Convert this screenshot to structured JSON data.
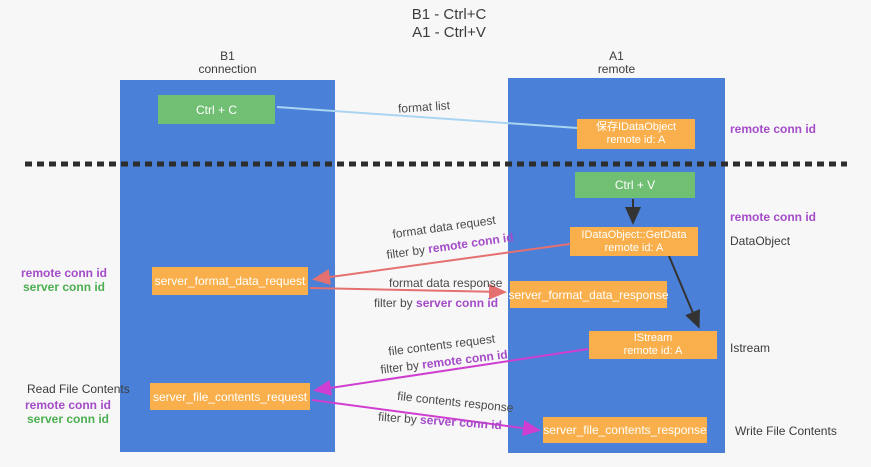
{
  "title": {
    "line1": "B1 - Ctrl+C",
    "line2": "A1 - Ctrl+V"
  },
  "columns": {
    "left": {
      "header_line1": "B1",
      "header_line2": "connection"
    },
    "right": {
      "header_line1": "A1",
      "header_line2": "remote"
    }
  },
  "boxes": {
    "ctrl_c": "Ctrl + C",
    "save_idataobject": {
      "line1": "保存IDataObject",
      "line2": "remote id: A"
    },
    "ctrl_v": "Ctrl + V",
    "getdata": {
      "line1": "IDataObject::GetData",
      "line2": "remote id: A"
    },
    "format_request": "server_format_data_request",
    "format_response": "server_format_data_response",
    "istream": {
      "line1": "IStream",
      "line2": "remote id: A"
    },
    "file_request": "server_file_contents_request",
    "file_response": "server_file_contents_response"
  },
  "annotations": {
    "format_list": "format list",
    "format_data_request": "format data request",
    "format_data_response": "format data response",
    "file_contents_request": "file contents request",
    "file_contents_response": "file contents response",
    "filter_by": "filter by ",
    "remote_conn_id": "remote conn id",
    "server_conn_id": "server conn id"
  },
  "side_labels": {
    "remote_conn_id": "remote conn id",
    "server_conn_id": "server conn id",
    "dataobject": "DataObject",
    "istream": "Istream",
    "read_file_contents": "Read File Contents",
    "write_file_contents": "Write File Contents"
  },
  "colors": {
    "bg": "#f7f7f7",
    "col_blue": "#4a80d8",
    "box_orange": "#f9b04c",
    "box_green": "#71bf73",
    "purple": "#a44bc8",
    "green_text": "#4caf50",
    "arrow_red": "#e57070",
    "arrow_magenta": "#cf3ed0",
    "arrow_blue": "#aad5f2",
    "arrow_black": "#333333",
    "dash": "#2d2d2d",
    "text_dark": "#3c3c3c",
    "text_mid": "#4a4a4a"
  }
}
